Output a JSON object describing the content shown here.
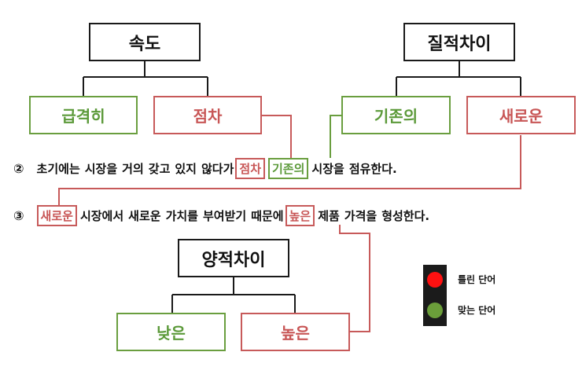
{
  "tree_speed": {
    "root": "속도",
    "left": "급격히",
    "right": "점차"
  },
  "tree_quality": {
    "root": "질적차이",
    "left": "기존의",
    "right": "새로운"
  },
  "tree_quantity": {
    "root": "양적차이",
    "left": "낮은",
    "right": "높은"
  },
  "sentence2": {
    "number": "②",
    "pre_words": [
      "초기에는",
      "시장을",
      "거의",
      "갖고",
      "있지",
      "않다가"
    ],
    "hl_red": "점차",
    "hl_green": "기존의",
    "post_words": [
      "시장을",
      "점유한다."
    ]
  },
  "sentence3": {
    "number": "③",
    "hl_red_1": "새로운",
    "mid_words": [
      "시장에서",
      "새로운",
      "가치를",
      "부여받기",
      "때문에"
    ],
    "hl_red_2": "높은",
    "post_words": [
      "제품",
      "가격을",
      "형성한다."
    ]
  },
  "legend": {
    "wrong_label": "틀린 단어",
    "right_label": "맞는 단어",
    "colors": {
      "wrong": "#ff1111",
      "right": "#6b9e3a"
    }
  },
  "colors": {
    "green": "#6a9e3f",
    "red": "#c75a5a",
    "dark": "#1a1a1a"
  }
}
